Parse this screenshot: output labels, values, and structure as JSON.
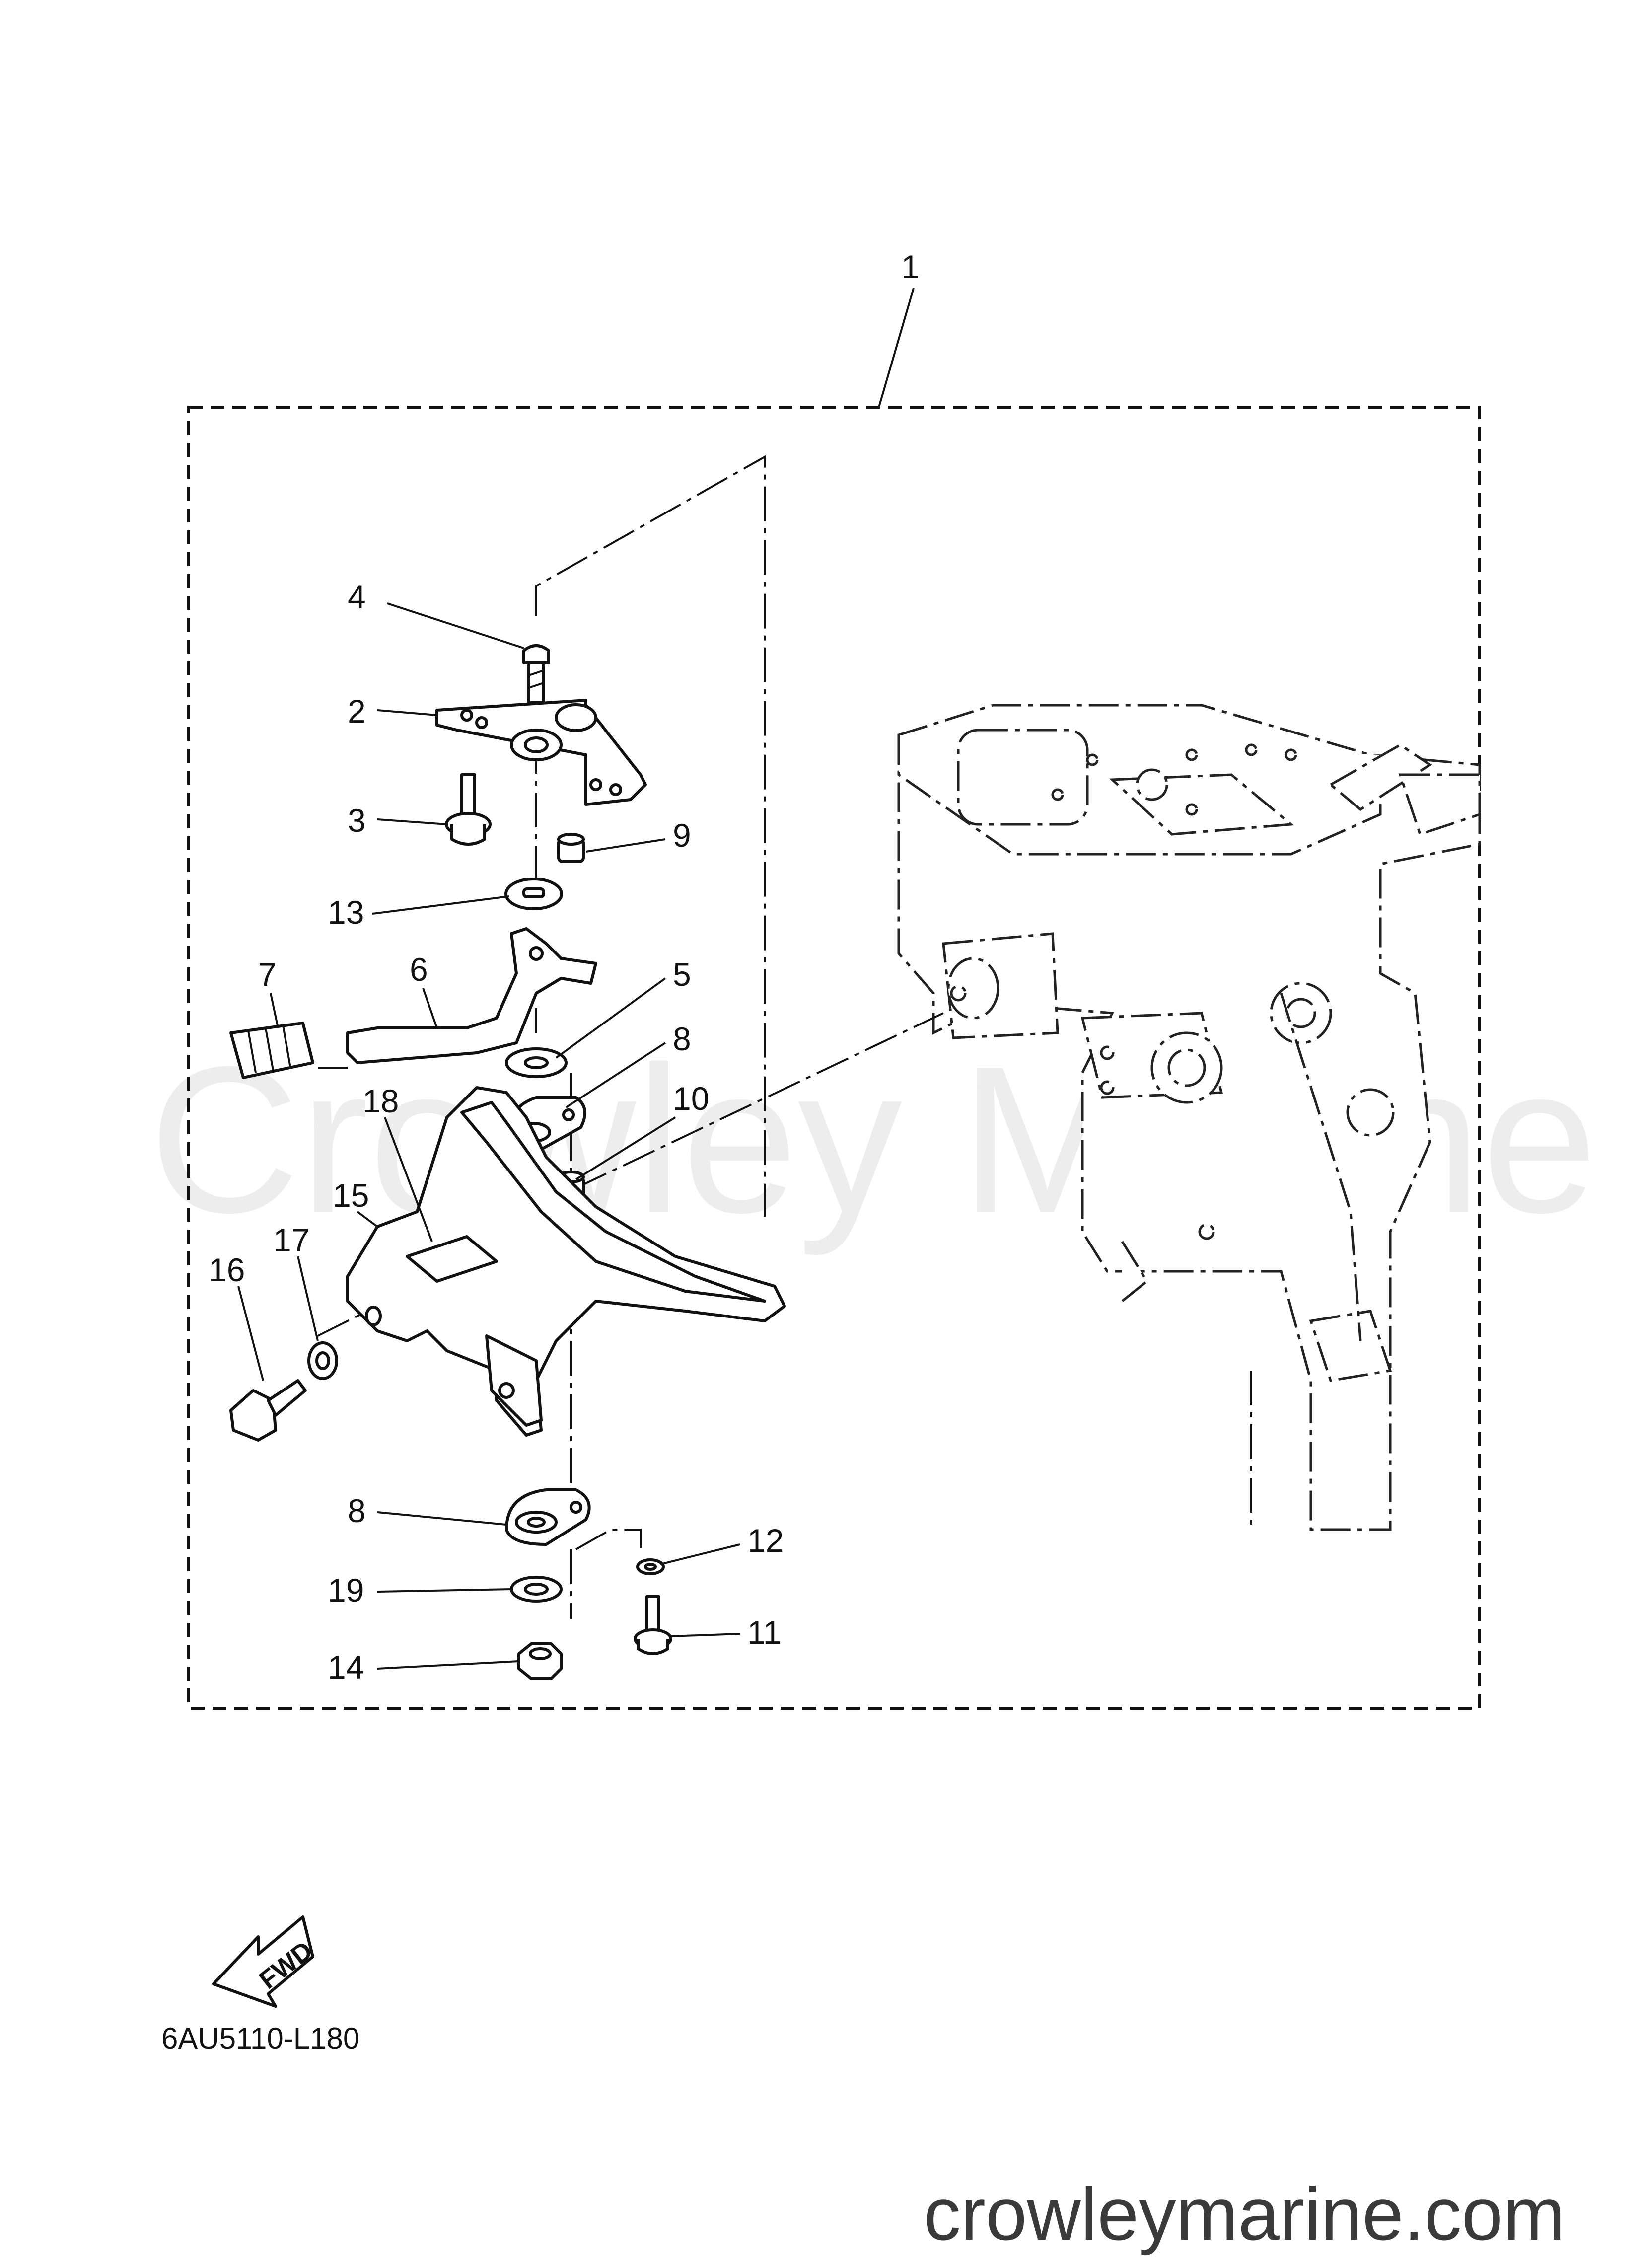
{
  "diagram": {
    "watermark": "Crowley Marine",
    "diagram_code": "6AU5110-L180",
    "website": "crowleymarine.com",
    "fwd_label": "FWD",
    "callouts": [
      "1",
      "2",
      "3",
      "4",
      "5",
      "6",
      "7",
      "8",
      "8",
      "9",
      "10",
      "11",
      "12",
      "13",
      "14",
      "15",
      "16",
      "17",
      "18",
      "19"
    ],
    "colors": {
      "ink": "#111111",
      "watermark": "#ededed",
      "background": "#ffffff"
    },
    "icons": [
      "fwd-arrow-icon"
    ]
  }
}
